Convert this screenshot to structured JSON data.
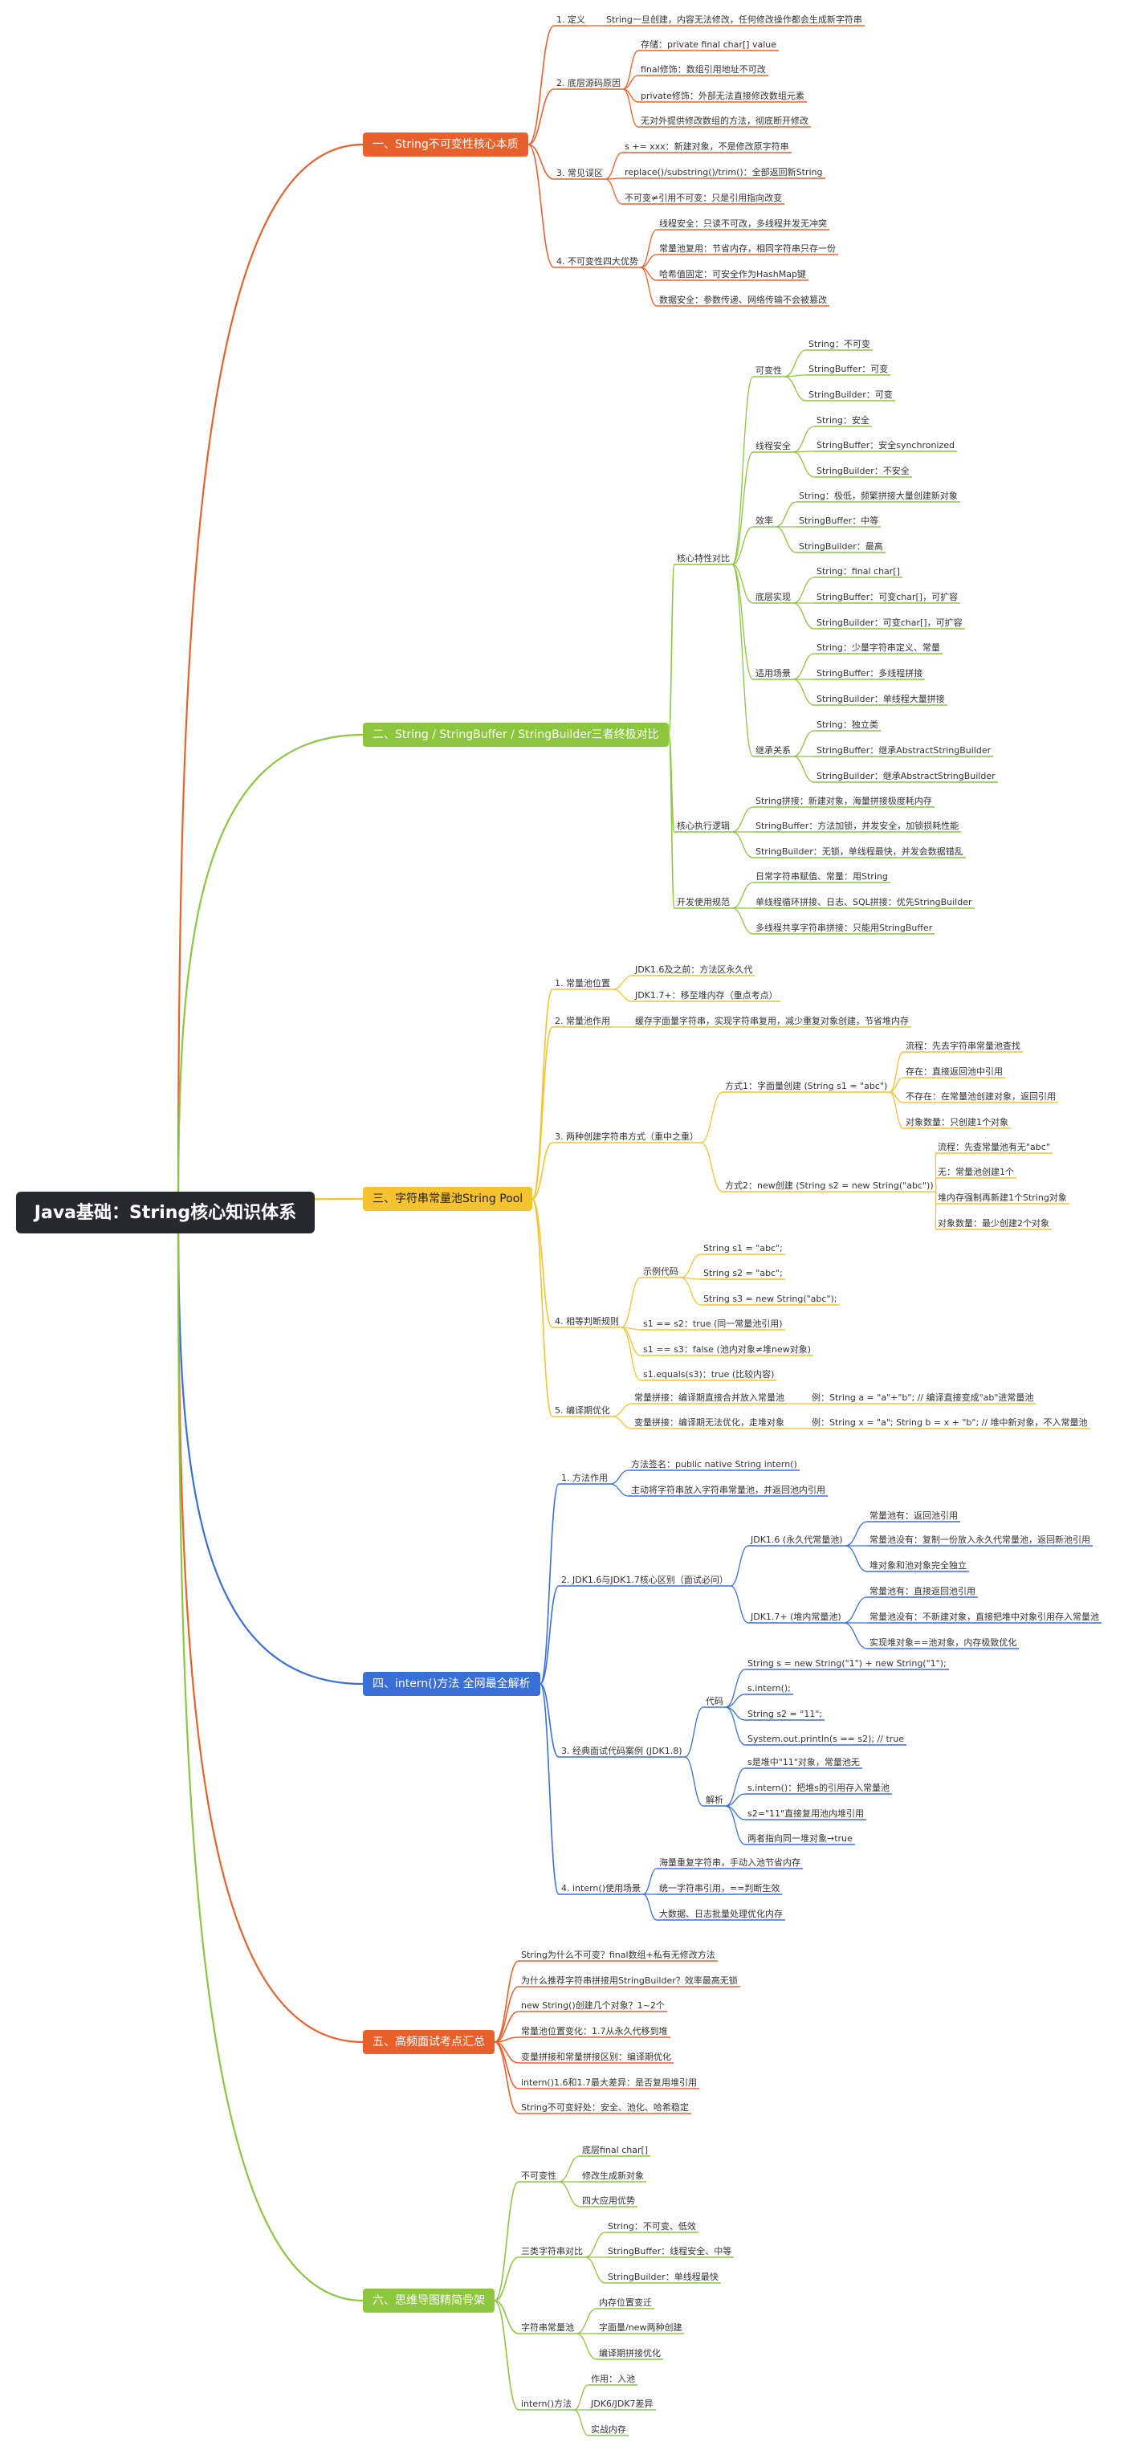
{
  "root": {
    "id": "root",
    "text": "Java基础：String核心知识体系"
  },
  "branches": [
    {
      "id": "b1",
      "color": "#e8612c",
      "text": "一、String不可变性核心本质",
      "children": [
        {
          "id": "b1-1",
          "text": "1. 定义",
          "children": [
            {
              "id": "b1-1-1",
              "text": "String一旦创建，内容无法修改，任何修改操作都会生成新字符串"
            }
          ]
        },
        {
          "id": "b1-2",
          "text": "2. 底层源码原因",
          "children": [
            {
              "id": "b1-2-1",
              "text": "存储：private final char[] value"
            },
            {
              "id": "b1-2-2",
              "text": "final修饰：数组引用地址不可改"
            },
            {
              "id": "b1-2-3",
              "text": "private修饰：外部无法直接修改数组元素"
            },
            {
              "id": "b1-2-4",
              "text": "无对外提供修改数组的方法，彻底断开修改"
            }
          ]
        },
        {
          "id": "b1-3",
          "text": "3. 常见误区",
          "children": [
            {
              "id": "b1-3-1",
              "text": "s += xxx：新建对象，不是修改原字符串"
            },
            {
              "id": "b1-3-2",
              "text": "replace()/substring()/trim()：全部返回新String"
            },
            {
              "id": "b1-3-3",
              "text": "不可变≠引用不可变：只是引用指向改变"
            }
          ]
        },
        {
          "id": "b1-4",
          "text": "4. 不可变性四大优势",
          "children": [
            {
              "id": "b1-4-1",
              "text": "线程安全：只读不可改，多线程并发无冲突"
            },
            {
              "id": "b1-4-2",
              "text": "常量池复用：节省内存，相同字符串只存一份"
            },
            {
              "id": "b1-4-3",
              "text": "哈希值固定：可安全作为HashMap键"
            },
            {
              "id": "b1-4-4",
              "text": "数据安全：参数传递、网络传输不会被篡改"
            }
          ]
        }
      ]
    },
    {
      "id": "b2",
      "color": "#8cc63f",
      "text": "二、String / StringBuffer / StringBuilder三者终极对比",
      "children": [
        {
          "id": "b2-1",
          "text": "核心特性对比",
          "children": [
            {
              "id": "b2-1-1",
              "text": "可变性",
              "children": [
                {
                  "id": "b2-1-1-1",
                  "text": "String：不可变"
                },
                {
                  "id": "b2-1-1-2",
                  "text": "StringBuffer：可变"
                },
                {
                  "id": "b2-1-1-3",
                  "text": "StringBuilder：可变"
                }
              ]
            },
            {
              "id": "b2-1-2",
              "text": "线程安全",
              "children": [
                {
                  "id": "b2-1-2-1",
                  "text": "String：安全"
                },
                {
                  "id": "b2-1-2-2",
                  "text": "StringBuffer：安全synchronized"
                },
                {
                  "id": "b2-1-2-3",
                  "text": "StringBuilder：不安全"
                }
              ]
            },
            {
              "id": "b2-1-3",
              "text": "效率",
              "children": [
                {
                  "id": "b2-1-3-1",
                  "text": "String：极低，频繁拼接大量创建新对象"
                },
                {
                  "id": "b2-1-3-2",
                  "text": "StringBuffer：中等"
                },
                {
                  "id": "b2-1-3-3",
                  "text": "StringBuilder：最高"
                }
              ]
            },
            {
              "id": "b2-1-4",
              "text": "底层实现",
              "children": [
                {
                  "id": "b2-1-4-1",
                  "text": "String：final char[]"
                },
                {
                  "id": "b2-1-4-2",
                  "text": "StringBuffer：可变char[]，可扩容"
                },
                {
                  "id": "b2-1-4-3",
                  "text": "StringBuilder：可变char[]，可扩容"
                }
              ]
            },
            {
              "id": "b2-1-5",
              "text": "适用场景",
              "children": [
                {
                  "id": "b2-1-5-1",
                  "text": "String：少量字符串定义、常量"
                },
                {
                  "id": "b2-1-5-2",
                  "text": "StringBuffer：多线程拼接"
                },
                {
                  "id": "b2-1-5-3",
                  "text": "StringBuilder：单线程大量拼接"
                }
              ]
            },
            {
              "id": "b2-1-6",
              "text": "继承关系",
              "children": [
                {
                  "id": "b2-1-6-1",
                  "text": "String：独立类"
                },
                {
                  "id": "b2-1-6-2",
                  "text": "StringBuffer：继承AbstractStringBuilder"
                },
                {
                  "id": "b2-1-6-3",
                  "text": "StringBuilder：继承AbstractStringBuilder"
                }
              ]
            }
          ]
        },
        {
          "id": "b2-2",
          "text": "核心执行逻辑",
          "children": [
            {
              "id": "b2-2-1",
              "text": "String拼接：新建对象，海量拼接极度耗内存"
            },
            {
              "id": "b2-2-2",
              "text": "StringBuffer：方法加锁，并发安全，加锁损耗性能"
            },
            {
              "id": "b2-2-3",
              "text": "StringBuilder：无锁，单线程最快，并发会数据错乱"
            }
          ]
        },
        {
          "id": "b2-3",
          "text": "开发使用规范",
          "children": [
            {
              "id": "b2-3-1",
              "text": "日常字符串赋值、常量：用String"
            },
            {
              "id": "b2-3-2",
              "text": "单线程循环拼接、日志、SQL拼接：优先StringBuilder"
            },
            {
              "id": "b2-3-3",
              "text": "多线程共享字符串拼接：只能用StringBuffer"
            }
          ]
        }
      ]
    },
    {
      "id": "b3",
      "color": "#f5c230",
      "dark": true,
      "text": "三、字符串常量池String Pool",
      "children": [
        {
          "id": "b3-1",
          "text": "1. 常量池位置",
          "children": [
            {
              "id": "b3-1-1",
              "text": "JDK1.6及之前：方法区永久代"
            },
            {
              "id": "b3-1-2",
              "text": "JDK1.7+：移至堆内存（重点考点）"
            }
          ]
        },
        {
          "id": "b3-2",
          "text": "2. 常量池作用",
          "children": [
            {
              "id": "b3-2-1",
              "text": "缓存字面量字符串，实现字符串复用，减少重复对象创建，节省堆内存"
            }
          ]
        },
        {
          "id": "b3-3",
          "text": "3. 两种创建字符串方式（重中之重）",
          "children": [
            {
              "id": "b3-3-1",
              "text": "方式1：字面量创建 (String s1 = \"abc\")",
              "children": [
                {
                  "id": "b3-3-1-1",
                  "text": "流程：先去字符串常量池查找"
                },
                {
                  "id": "b3-3-1-2",
                  "text": "存在：直接返回池中引用"
                },
                {
                  "id": "b3-3-1-3",
                  "text": "不存在：在常量池创建对象，返回引用"
                },
                {
                  "id": "b3-3-1-4",
                  "text": "对象数量：只创建1个对象"
                }
              ]
            },
            {
              "id": "b3-3-2",
              "text": "方式2：new创建 (String s2 = new String(\"abc\"))",
              "children": [
                {
                  "id": "b3-3-2-1",
                  "text": "流程：先查常量池有无\"abc\""
                },
                {
                  "id": "b3-3-2-2",
                  "text": "无：常量池创建1个"
                },
                {
                  "id": "b3-3-2-3",
                  "text": "堆内存强制再新建1个String对象"
                },
                {
                  "id": "b3-3-2-4",
                  "text": "对象数量：最少创建2个对象"
                }
              ]
            }
          ]
        },
        {
          "id": "b3-4",
          "text": "4. 相等判断规则",
          "children": [
            {
              "id": "b3-4-1",
              "text": "示例代码",
              "children": [
                {
                  "id": "b3-4-1-1",
                  "text": "String s1 = \"abc\";"
                },
                {
                  "id": "b3-4-1-2",
                  "text": "String s2 = \"abc\";"
                },
                {
                  "id": "b3-4-1-3",
                  "text": "String s3 = new String(\"abc\");"
                }
              ]
            },
            {
              "id": "b3-4-2",
              "text": "s1 == s2：true (同一常量池引用)"
            },
            {
              "id": "b3-4-3",
              "text": "s1 == s3：false (池内对象≠堆new对象)"
            },
            {
              "id": "b3-4-4",
              "text": "s1.equals(s3)：true (比较内容)"
            }
          ]
        },
        {
          "id": "b3-5",
          "text": "5. 编译期优化",
          "children": [
            {
              "id": "b3-5-1",
              "text": "常量拼接：编译期直接合并放入常量池",
              "children": [
                {
                  "id": "b3-5-1-1",
                  "text": "例：String a = \"a\"+\"b\"; // 编译直接变成\"ab\"进常量池"
                }
              ]
            },
            {
              "id": "b3-5-2",
              "text": "变量拼接：编译期无法优化，走堆对象",
              "children": [
                {
                  "id": "b3-5-2-1",
                  "text": "例：String x = \"a\"; String b = x + \"b\"; // 堆中新对象，不入常量池"
                }
              ]
            }
          ]
        }
      ]
    },
    {
      "id": "b4",
      "color": "#3a6fd8",
      "text": "四、intern()方法 全网最全解析",
      "children": [
        {
          "id": "b4-1",
          "text": "1. 方法作用",
          "children": [
            {
              "id": "b4-1-1",
              "text": "方法签名：public native String intern()"
            },
            {
              "id": "b4-1-2",
              "text": "主动将字符串放入字符串常量池，并返回池内引用"
            }
          ]
        },
        {
          "id": "b4-2",
          "text": "2. JDK1.6与JDK1.7核心区别（面试必问）",
          "children": [
            {
              "id": "b4-2-1",
              "text": "JDK1.6 (永久代常量池)",
              "children": [
                {
                  "id": "b4-2-1-1",
                  "text": "常量池有：返回池引用"
                },
                {
                  "id": "b4-2-1-2",
                  "text": "常量池没有：复制一份放入永久代常量池，返回新池引用"
                },
                {
                  "id": "b4-2-1-3",
                  "text": "堆对象和池对象完全独立"
                }
              ]
            },
            {
              "id": "b4-2-2",
              "text": "JDK1.7+ (堆内常量池)",
              "children": [
                {
                  "id": "b4-2-2-1",
                  "text": "常量池有：直接返回池引用"
                },
                {
                  "id": "b4-2-2-2",
                  "text": "常量池没有：不新建对象，直接把堆中对象引用存入常量池"
                },
                {
                  "id": "b4-2-2-3",
                  "text": "实现堆对象==池对象，内存极致优化"
                }
              ]
            }
          ]
        },
        {
          "id": "b4-3",
          "text": "3. 经典面试代码案例 (JDK1.8)",
          "children": [
            {
              "id": "b4-3-1",
              "text": "代码",
              "children": [
                {
                  "id": "b4-3-1-1",
                  "text": "String s = new String(\"1\") + new String(\"1\");"
                },
                {
                  "id": "b4-3-1-2",
                  "text": "s.intern();"
                },
                {
                  "id": "b4-3-1-3",
                  "text": "String s2 = \"11\";"
                },
                {
                  "id": "b4-3-1-4",
                  "text": "System.out.println(s == s2); // true"
                }
              ]
            },
            {
              "id": "b4-3-2",
              "text": "解析",
              "children": [
                {
                  "id": "b4-3-2-1",
                  "text": "s是堆中\"11\"对象，常量池无"
                },
                {
                  "id": "b4-3-2-2",
                  "text": "s.intern()：把堆s的引用存入常量池"
                },
                {
                  "id": "b4-3-2-3",
                  "text": "s2=\"11\"直接复用池内堆引用"
                },
                {
                  "id": "b4-3-2-4",
                  "text": "两者指向同一堆对象→true"
                }
              ]
            }
          ]
        },
        {
          "id": "b4-4",
          "text": "4. intern()使用场景",
          "children": [
            {
              "id": "b4-4-1",
              "text": "海量重复字符串，手动入池节省内存"
            },
            {
              "id": "b4-4-2",
              "text": "统一字符串引用，==判断生效"
            },
            {
              "id": "b4-4-3",
              "text": "大数据、日志批量处理优化内存"
            }
          ]
        }
      ]
    },
    {
      "id": "b5",
      "color": "#e8612c",
      "text": "五、高频面试考点汇总",
      "children": [
        {
          "id": "b5-1",
          "text": "String为什么不可变？final数组+私有无修改方法"
        },
        {
          "id": "b5-2",
          "text": "为什么推荐字符串拼接用StringBuilder？效率最高无锁"
        },
        {
          "id": "b5-3",
          "text": "new String()创建几个对象？1~2个"
        },
        {
          "id": "b5-4",
          "text": "常量池位置变化：1.7从永久代移到堆"
        },
        {
          "id": "b5-5",
          "text": "变量拼接和常量拼接区别：编译期优化"
        },
        {
          "id": "b5-6",
          "text": "intern()1.6和1.7最大差异：是否复用堆引用"
        },
        {
          "id": "b5-7",
          "text": "String不可变好处：安全、池化、哈希稳定"
        }
      ]
    },
    {
      "id": "b6",
      "color": "#8cc63f",
      "text": "六、思维导图精简骨架",
      "children": [
        {
          "id": "b6-1",
          "text": "不可变性",
          "children": [
            {
              "id": "b6-1-1",
              "text": "底层final char[]"
            },
            {
              "id": "b6-1-2",
              "text": "修改生成新对象"
            },
            {
              "id": "b6-1-3",
              "text": "四大应用优势"
            }
          ]
        },
        {
          "id": "b6-2",
          "text": "三类字符串对比",
          "children": [
            {
              "id": "b6-2-1",
              "text": "String：不可变、低效"
            },
            {
              "id": "b6-2-2",
              "text": "StringBuffer：线程安全、中等"
            },
            {
              "id": "b6-2-3",
              "text": "StringBuilder：单线程最快"
            }
          ]
        },
        {
          "id": "b6-3",
          "text": "字符串常量池",
          "children": [
            {
              "id": "b6-3-1",
              "text": "内存位置变迁"
            },
            {
              "id": "b6-3-2",
              "text": "字面量/new两种创建"
            },
            {
              "id": "b6-3-3",
              "text": "编译期拼接优化"
            }
          ]
        },
        {
          "id": "b6-4",
          "text": "intern()方法",
          "children": [
            {
              "id": "b6-4-1",
              "text": "作用：入池"
            },
            {
              "id": "b6-4-2",
              "text": "JDK6/JDK7差异"
            },
            {
              "id": "b6-4-3",
              "text": "实战内存"
            }
          ]
        }
      ]
    }
  ]
}
